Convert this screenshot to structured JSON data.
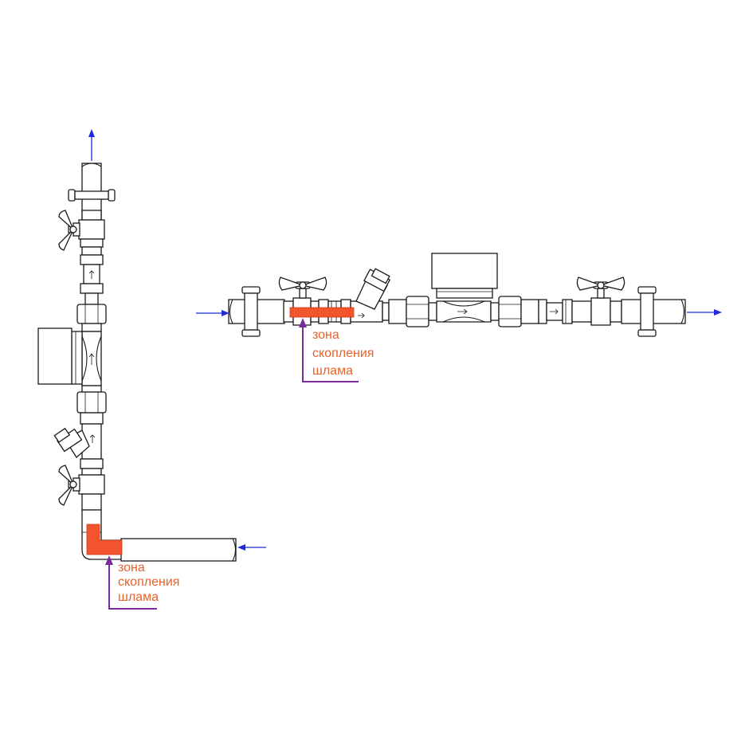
{
  "horizontal_assembly": {
    "sludge_label": [
      "зона",
      "скопления",
      "шлама"
    ]
  },
  "vertical_assembly": {
    "sludge_label": [
      "зона",
      "скопления",
      "шлама"
    ]
  },
  "colors": {
    "flow_arrow": "#1f2bd8",
    "sludge_zone": "#f2542d",
    "leader_line": "#7a2a9a",
    "label_text": "#e8622a",
    "outline": "#1a1a1a"
  }
}
